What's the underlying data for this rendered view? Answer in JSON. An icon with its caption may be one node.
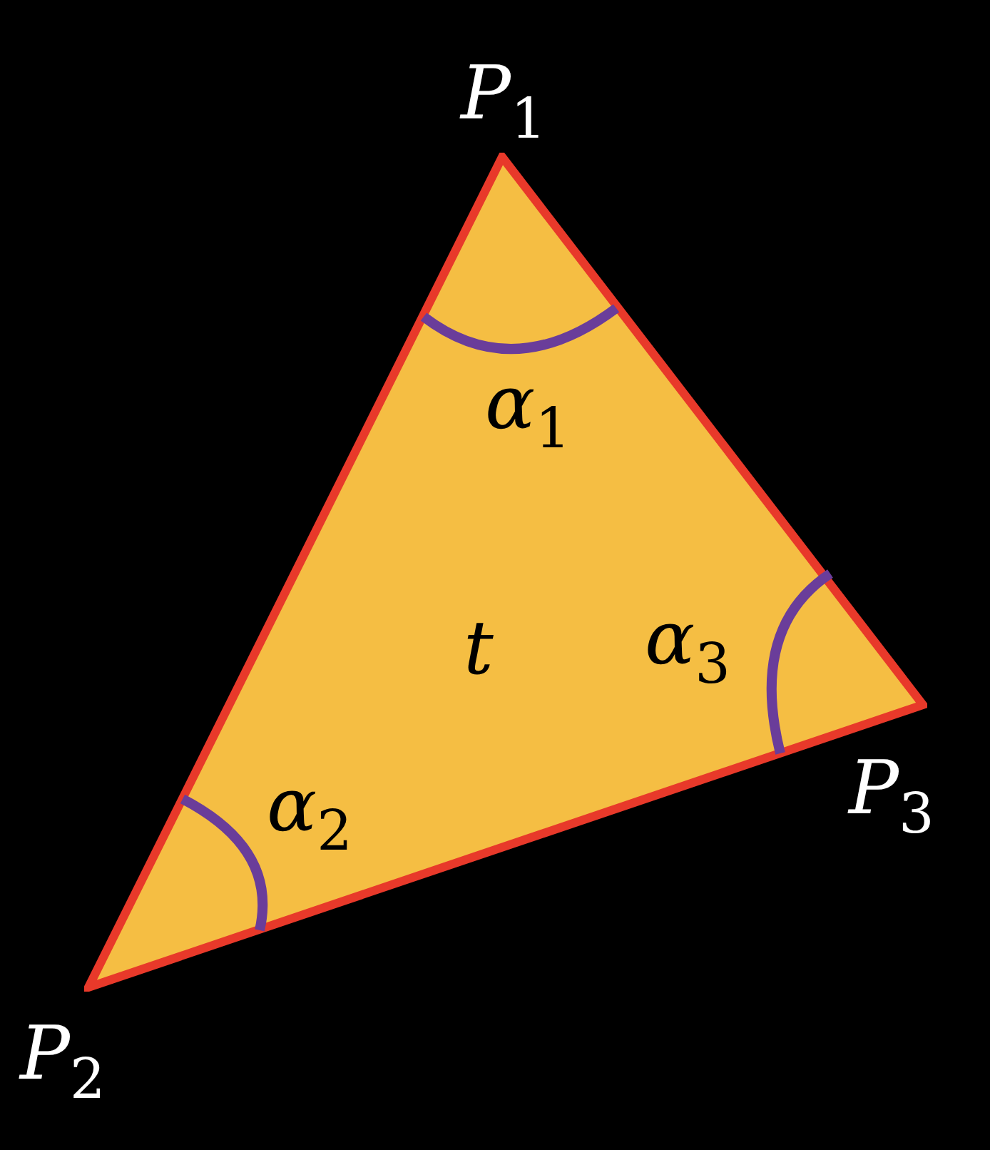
{
  "diagram": {
    "nodes": [
      {
        "text": [
          "α$_{1}$",
          "α$_{3}$",
          "t",
          "α$_{2}$"
        ]
      }
    ],
    "labels": [
      "P$_{1}$",
      "P$_{3}$",
      "P$_{2}$"
    ]
  }
}
